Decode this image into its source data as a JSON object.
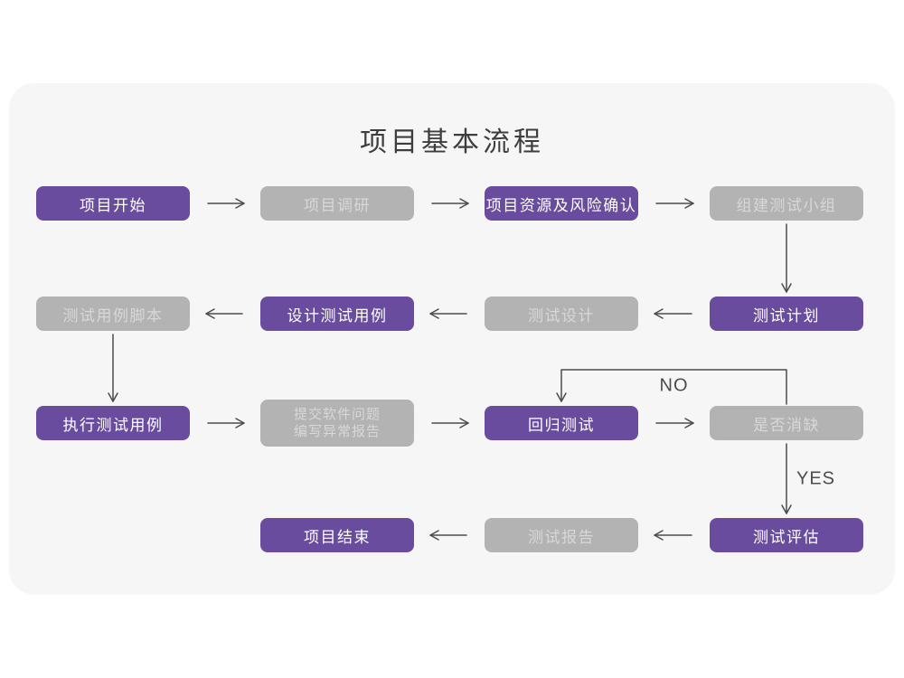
{
  "title": "项目基本流程",
  "colors": {
    "page_bg": "#ffffff",
    "card_bg": "#f6f6f6",
    "purple": "#6a4c9e",
    "gray": "#b3b3b3",
    "purple_text": "#ffffff",
    "gray_text": "#d8d8d8",
    "arrow": "#4c4c4c",
    "title_text": "#3d3d3d"
  },
  "nodes": [
    {
      "id": "project-start",
      "label": "项目开始",
      "variant": "purple",
      "col": 0,
      "row": 0
    },
    {
      "id": "project-research",
      "label": "项目调研",
      "variant": "gray",
      "col": 1,
      "row": 0
    },
    {
      "id": "project-resources-risk",
      "label": "项目资源及风险确认",
      "variant": "purple",
      "col": 2,
      "row": 0
    },
    {
      "id": "build-test-team",
      "label": "组建测试小组",
      "variant": "gray",
      "col": 3,
      "row": 0
    },
    {
      "id": "test-plan",
      "label": "测试计划",
      "variant": "purple",
      "col": 3,
      "row": 1
    },
    {
      "id": "test-design",
      "label": "测试设计",
      "variant": "gray",
      "col": 2,
      "row": 1
    },
    {
      "id": "design-test-cases",
      "label": "设计测试用例",
      "variant": "purple",
      "col": 1,
      "row": 1
    },
    {
      "id": "test-case-scripts",
      "label": "测试用例脚本",
      "variant": "gray",
      "col": 0,
      "row": 1
    },
    {
      "id": "execute-test-cases",
      "label": "执行测试用例",
      "variant": "purple",
      "col": 0,
      "row": 2
    },
    {
      "id": "submit-issues-report",
      "lines": [
        "提交软件问题",
        "编写异常报告"
      ],
      "variant": "gray",
      "col": 1,
      "row": 2
    },
    {
      "id": "regression-test",
      "label": "回归测试",
      "variant": "purple",
      "col": 2,
      "row": 2
    },
    {
      "id": "defect-cleared",
      "label": "是否消缺",
      "variant": "gray",
      "col": 3,
      "row": 2
    },
    {
      "id": "test-evaluation",
      "label": "测试评估",
      "variant": "purple",
      "col": 3,
      "row": 3
    },
    {
      "id": "test-report",
      "label": "测试报告",
      "variant": "gray",
      "col": 2,
      "row": 3
    },
    {
      "id": "project-end",
      "label": "项目结束",
      "variant": "purple",
      "col": 1,
      "row": 3
    }
  ],
  "edges": [
    {
      "from": "project-start",
      "to": "project-research",
      "dir": "right"
    },
    {
      "from": "project-research",
      "to": "project-resources-risk",
      "dir": "right"
    },
    {
      "from": "project-resources-risk",
      "to": "build-test-team",
      "dir": "right"
    },
    {
      "from": "build-test-team",
      "to": "test-plan",
      "dir": "down"
    },
    {
      "from": "test-plan",
      "to": "test-design",
      "dir": "left"
    },
    {
      "from": "test-design",
      "to": "design-test-cases",
      "dir": "left"
    },
    {
      "from": "design-test-cases",
      "to": "test-case-scripts",
      "dir": "left"
    },
    {
      "from": "test-case-scripts",
      "to": "execute-test-cases",
      "dir": "down"
    },
    {
      "from": "execute-test-cases",
      "to": "submit-issues-report",
      "dir": "right"
    },
    {
      "from": "submit-issues-report",
      "to": "regression-test",
      "dir": "right"
    },
    {
      "from": "regression-test",
      "to": "defect-cleared",
      "dir": "right"
    },
    {
      "from": "defect-cleared",
      "to": "regression-test",
      "dir": "loop-top",
      "label": "NO"
    },
    {
      "from": "defect-cleared",
      "to": "test-evaluation",
      "dir": "down",
      "label": "YES"
    },
    {
      "from": "test-evaluation",
      "to": "test-report",
      "dir": "left"
    },
    {
      "from": "test-report",
      "to": "project-end",
      "dir": "left"
    }
  ]
}
